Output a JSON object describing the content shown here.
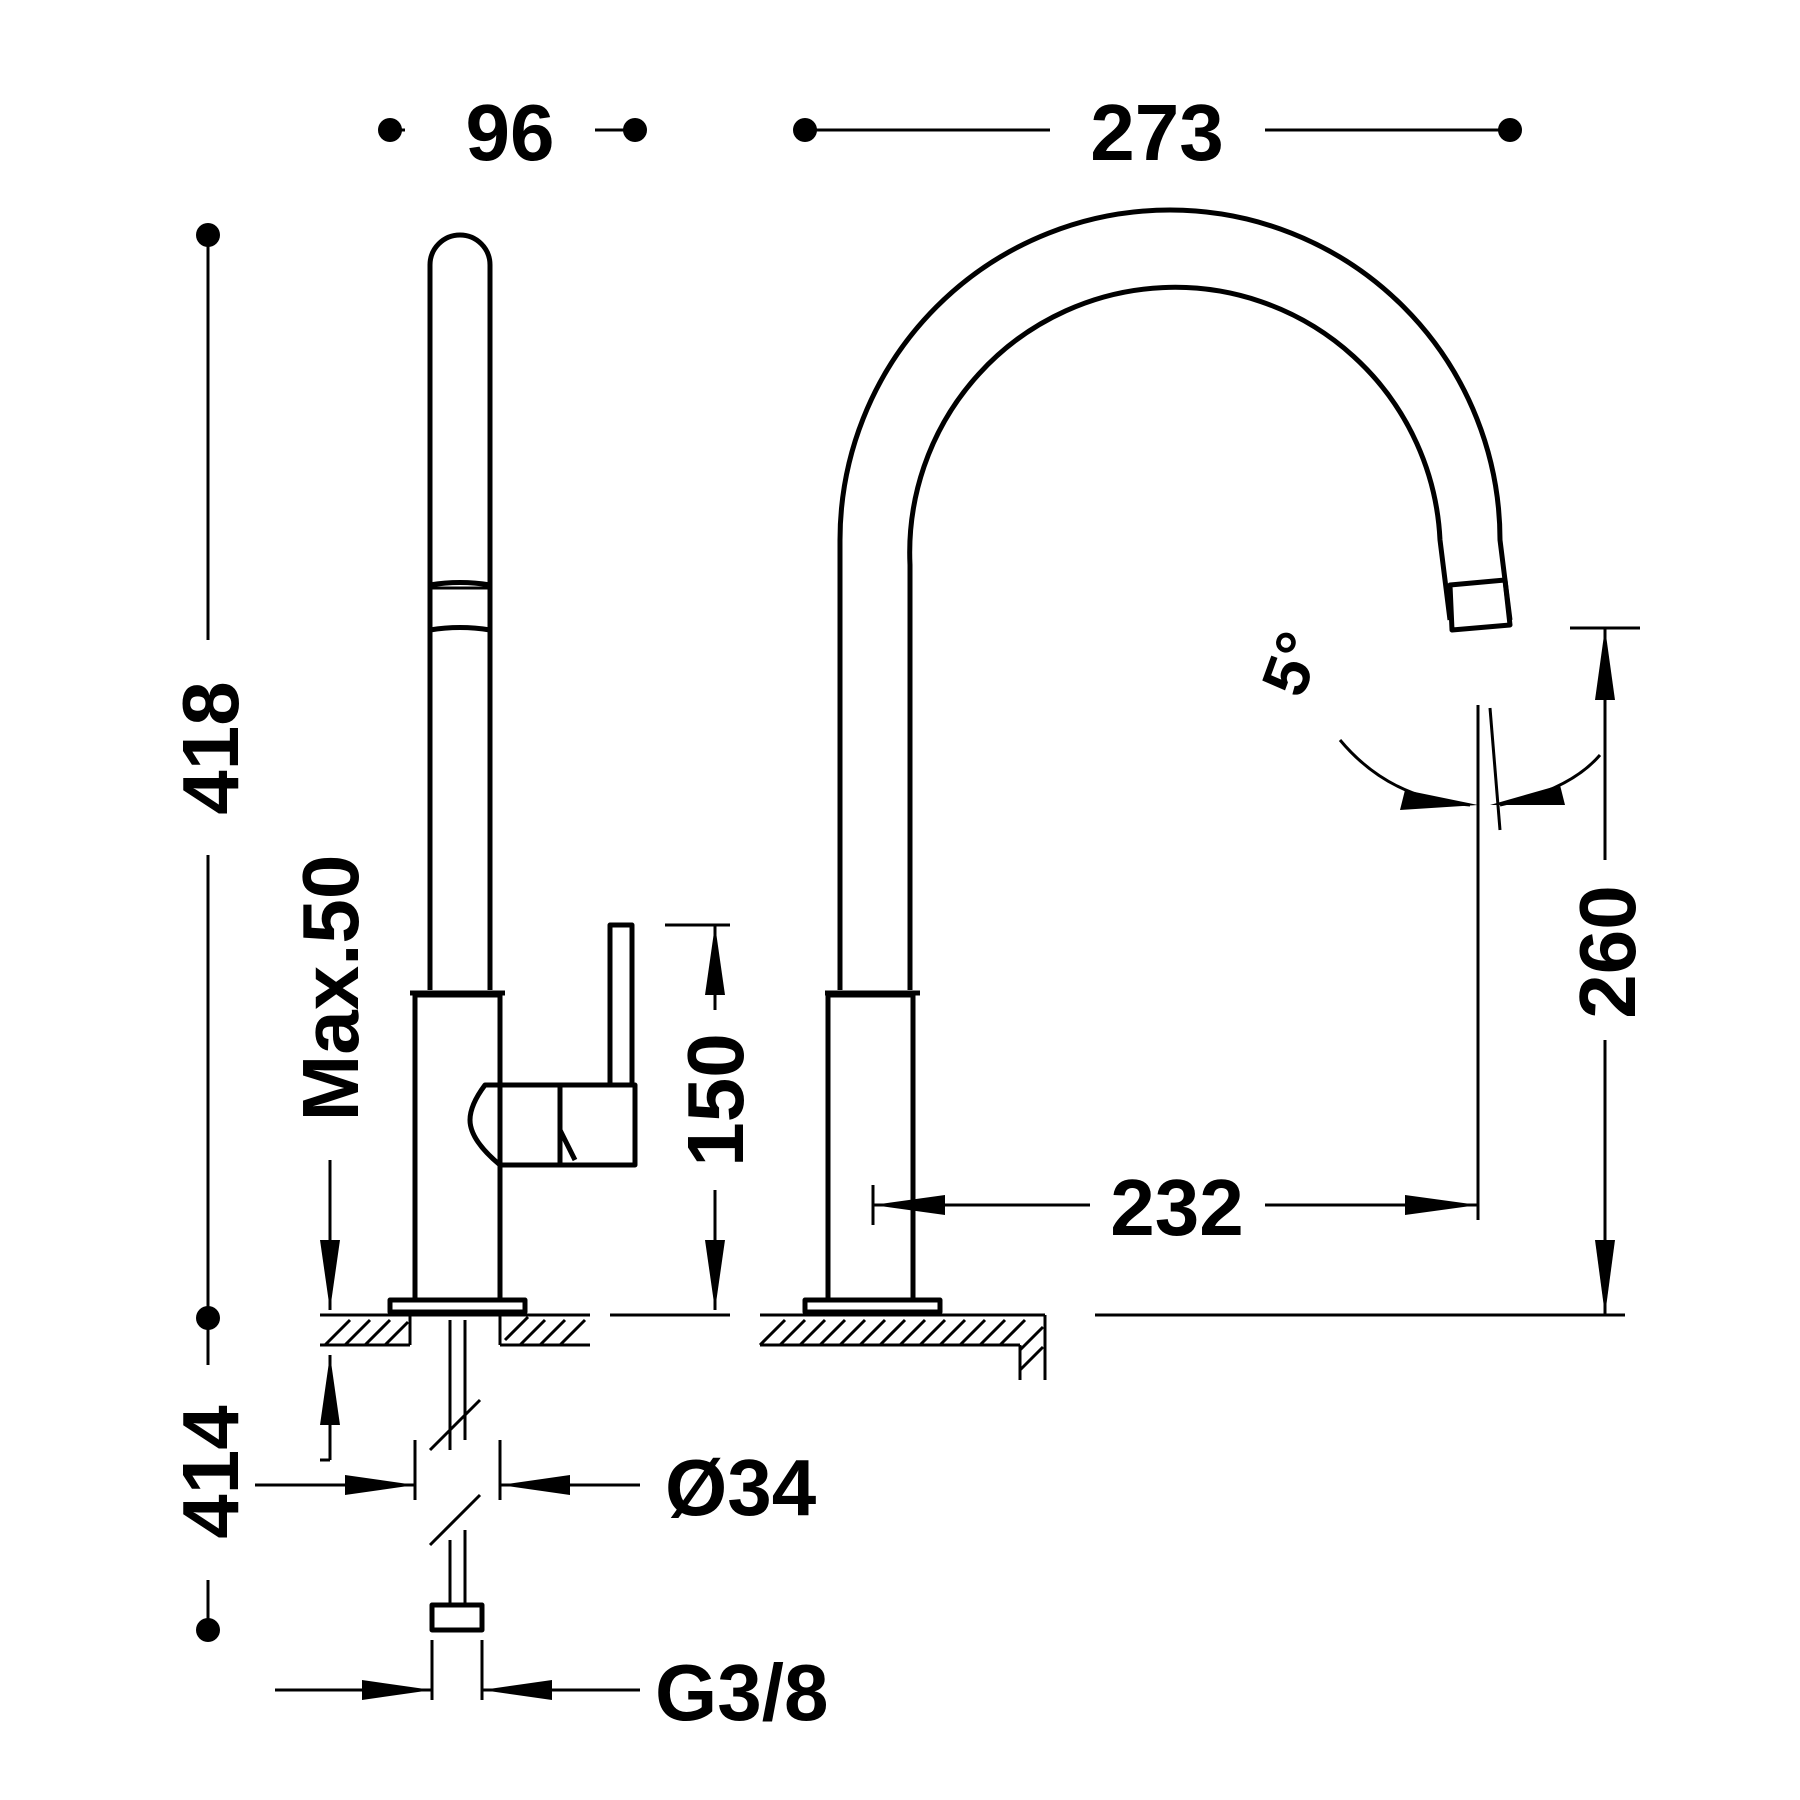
{
  "drawing": {
    "dimensions": {
      "handle_width": "96",
      "spout_reach_total": "273",
      "total_height": "418",
      "below_counter_length": "414",
      "max_counter_thickness": "Max.50",
      "handle_height": "150",
      "spout_reach": "232",
      "spout_height": "260",
      "spout_angle": "5°",
      "hole_diameter": "Ø34",
      "connection_thread": "G3/8"
    },
    "line_color": "#000000",
    "background_color": "#ffffff"
  }
}
